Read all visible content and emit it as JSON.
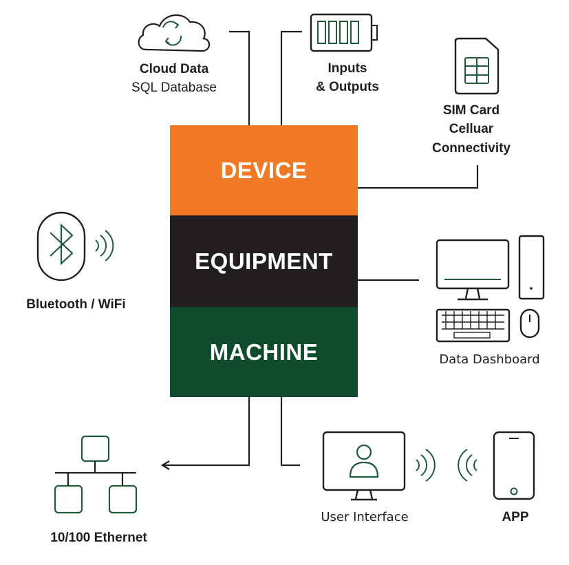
{
  "colors": {
    "device": "#f37a25",
    "equipment": "#231f20",
    "machine": "#0e4c2c",
    "icon_stroke": "#1f5a39",
    "line": "#1e1e1e"
  },
  "blocks": {
    "device": "DEVICE",
    "equipment": "EQUIPMENT",
    "machine": "MACHINE"
  },
  "nodes": {
    "cloud": {
      "line1": "Cloud Data",
      "line2": "SQL Database",
      "icon": "cloud-sync-icon"
    },
    "io": {
      "line1": "Inputs",
      "line2": "& Outputs",
      "icon": "battery-icon"
    },
    "sim": {
      "line1": "SIM Card",
      "line2": "Celluar",
      "line3": "Connectivity",
      "icon": "sim-card-icon"
    },
    "bluetooth": {
      "label": "Bluetooth /  WiFi",
      "icon": "bluetooth-icon"
    },
    "dashboard": {
      "label": "Data Dashboard",
      "icon": "desktop-computer-icon"
    },
    "ethernet": {
      "label": "10/100 Ethernet",
      "icon": "network-icon"
    },
    "ui": {
      "label": "User Interface",
      "icon": "monitor-user-icon"
    },
    "app": {
      "label": "APP",
      "icon": "smartphone-icon"
    }
  }
}
